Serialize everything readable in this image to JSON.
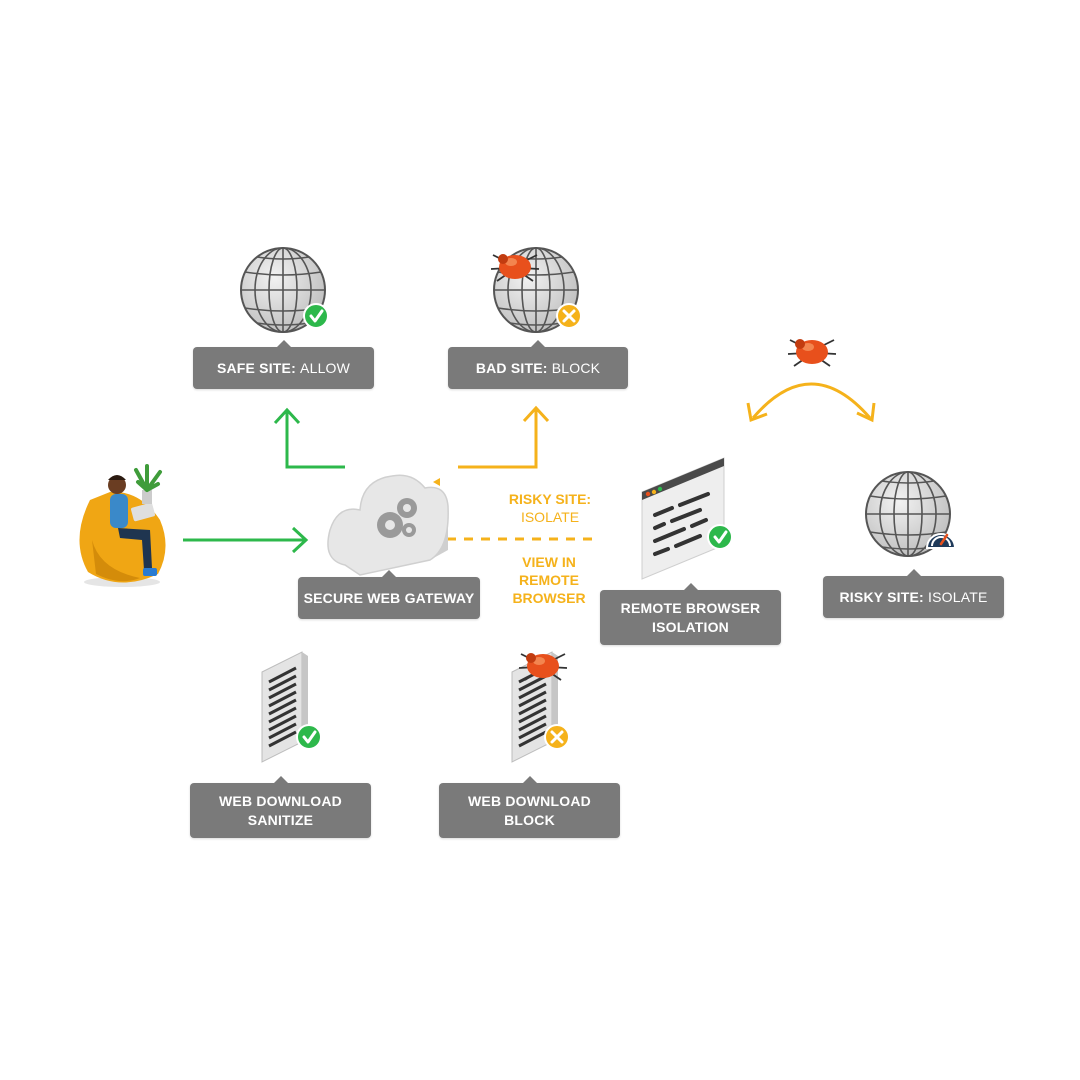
{
  "labels": {
    "safe_site": {
      "bold": "SAFE SITE:",
      "thin": "ALLOW"
    },
    "bad_site": {
      "bold": "BAD SITE:",
      "thin": "BLOCK"
    },
    "gateway": "SECURE WEB GATEWAY",
    "rbi_line1": "REMOTE BROWSER",
    "rbi_line2": "ISOLATION",
    "risky_site": {
      "bold": "RISKY SITE:",
      "thin": "ISOLATE"
    },
    "download_sanitize_line1": "WEB DOWNLOAD",
    "download_sanitize_line2": "SANITIZE",
    "download_block_line1": "WEB DOWNLOAD",
    "download_block_line2": "BLOCK"
  },
  "flow_text": {
    "risky_line1": "RISKY SITE:",
    "risky_line2": "ISOLATE",
    "view_line1": "VIEW IN",
    "view_line2": "REMOTE",
    "view_line3": "BROWSER"
  },
  "icons": [
    "user-on-beanbag-icon",
    "cloud-gears-icon",
    "globe-icon",
    "checkmark-badge-icon",
    "bug-icon",
    "x-badge-icon",
    "browser-window-icon",
    "document-icon",
    "gauge-badge-icon",
    "arrow-icon"
  ],
  "colors": {
    "allow_green": "#2db84b",
    "isolate_yellow": "#f5b21b",
    "label_gray": "#7a7a7a",
    "bug_red": "#e8501c"
  }
}
